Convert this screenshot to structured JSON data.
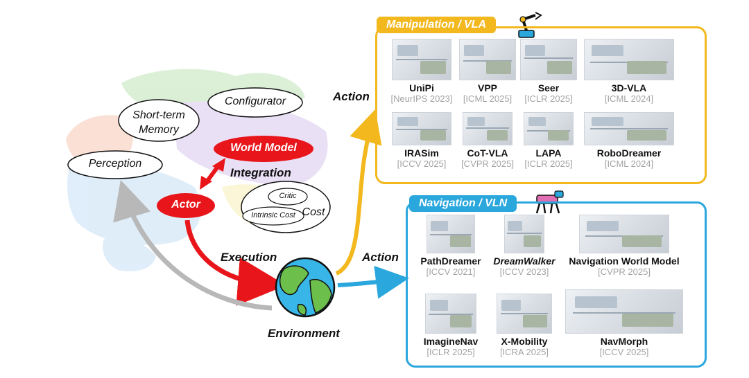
{
  "left": {
    "ovals": {
      "perception": "Perception",
      "short_term_memory": "Short-term\nMemory",
      "configurator": "Configurator",
      "critic": "Critic",
      "intrinsic_cost": "Intrinsic Cost",
      "cost": "Cost"
    },
    "world_model": "World Model",
    "actor": "Actor",
    "integration": "Integration",
    "execution": "Execution",
    "environment": "Environment"
  },
  "action_top": "Action",
  "action_bottom": "Action",
  "manipulation": {
    "title": "Manipulation / VLA",
    "items": [
      {
        "name": "UniPi",
        "venue": "[NeurIPS 2023]"
      },
      {
        "name": "VPP",
        "venue": "[ICML 2025]"
      },
      {
        "name": "Seer",
        "venue": "[ICLR 2025]"
      },
      {
        "name": "3D-VLA",
        "venue": "[ICML 2024]"
      },
      {
        "name": "IRASim",
        "venue": "[ICCV 2025]"
      },
      {
        "name": "CoT-VLA",
        "venue": "[CVPR 2025]"
      },
      {
        "name": "LAPA",
        "venue": "[ICLR 2025]"
      },
      {
        "name": "RoboDreamer",
        "venue": "[ICML 2024]"
      }
    ]
  },
  "navigation": {
    "title": "Navigation / VLN",
    "items": [
      {
        "name": "PathDreamer",
        "venue": "[ICCV 2021]"
      },
      {
        "name": "DreamWalker",
        "venue": "[ICCV 2023]"
      },
      {
        "name": "Navigation World Model",
        "venue": "[CVPR 2025]"
      },
      {
        "name": "ImagineNav",
        "venue": "[ICLR 2025]"
      },
      {
        "name": "X-Mobility",
        "venue": "[ICRA 2025]"
      },
      {
        "name": "NavMorph",
        "venue": "[ICCV 2025]"
      }
    ]
  },
  "colors": {
    "yellow": "#f2b81e",
    "blue": "#2aa7dc",
    "red": "#e8161b",
    "gray": "#b8b8b8"
  }
}
